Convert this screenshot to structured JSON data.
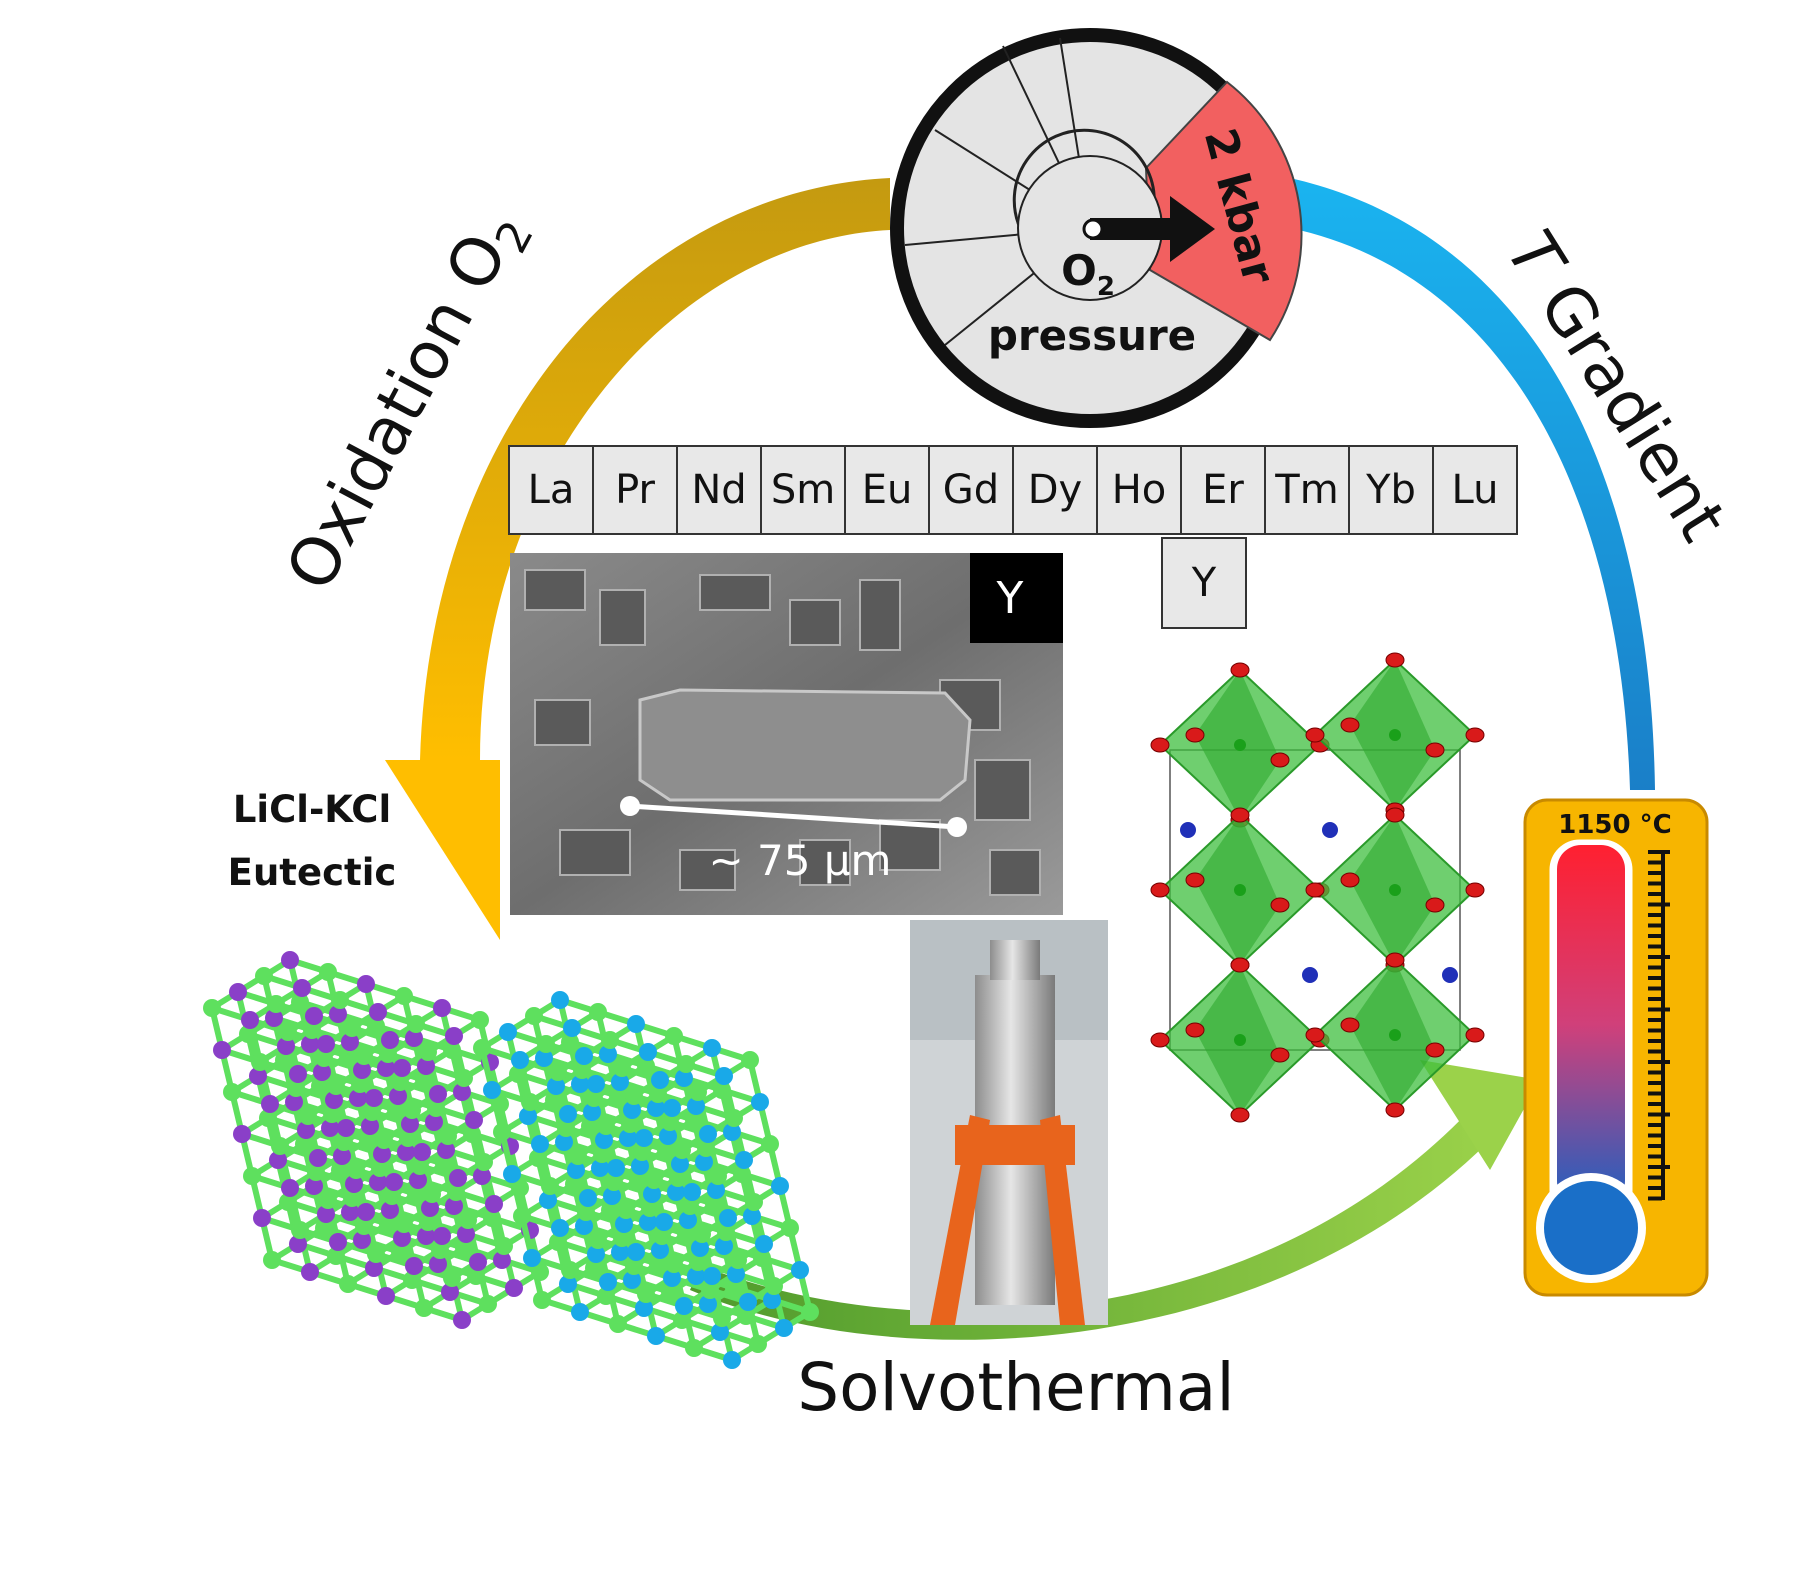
{
  "cycle_labels": {
    "oxidation": "Oxidation O",
    "oxidation_sub": "2",
    "t_gradient_italic": "T",
    "t_gradient": " Gradient",
    "solvothermal": "Solvothermal",
    "flux_line1": "LiCl-KCl",
    "flux_line2": "Eutectic"
  },
  "gauge": {
    "value": "2 kbar",
    "label_o": "O",
    "label_sub": "2",
    "label_pressure": "pressure"
  },
  "elements": [
    "La",
    "Pr",
    "Nd",
    "Sm",
    "Eu",
    "Gd",
    "Dy",
    "Ho",
    "Er",
    "Tm",
    "Yb",
    "Lu"
  ],
  "extra_element": "Y",
  "sem_image": {
    "tag": "Y",
    "scale_bar": "~ 75 μm"
  },
  "thermometer": {
    "temperature": "1150 °C"
  },
  "colors": {
    "arc_gold": "#e0a800",
    "arc_blue": "#1a9fe0",
    "arc_green": "#7cc242",
    "gauge_red": "#f26060",
    "thermo_orange": "#f7b500"
  }
}
